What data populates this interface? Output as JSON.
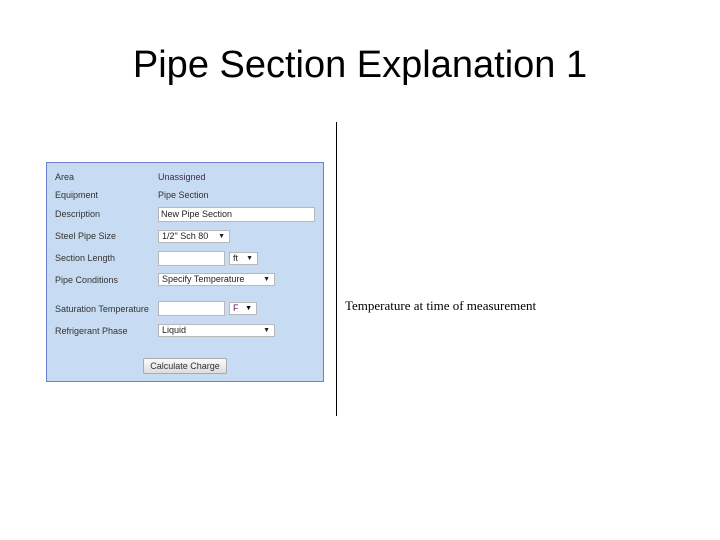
{
  "title": "Pipe Section Explanation 1",
  "form": {
    "area_label": "Area",
    "area_value": "Unassigned",
    "equipment_label": "Equipment",
    "equipment_value": "Pipe Section",
    "description_label": "Description",
    "description_value": "New Pipe Section",
    "pipe_size_label": "Steel Pipe Size",
    "pipe_size_value": "1/2\" Sch 80",
    "length_label": "Section Length",
    "length_value": "",
    "length_unit": "ft",
    "conditions_label": "Pipe Conditions",
    "conditions_value": "Specify Temperature",
    "sat_temp_label": "Saturation Temperature",
    "sat_temp_value": "",
    "sat_temp_unit": "F",
    "phase_label": "Refrigerant Phase",
    "phase_value": "Liquid",
    "calculate_label": "Calculate Charge"
  },
  "note": "Temperature at time of measurement"
}
